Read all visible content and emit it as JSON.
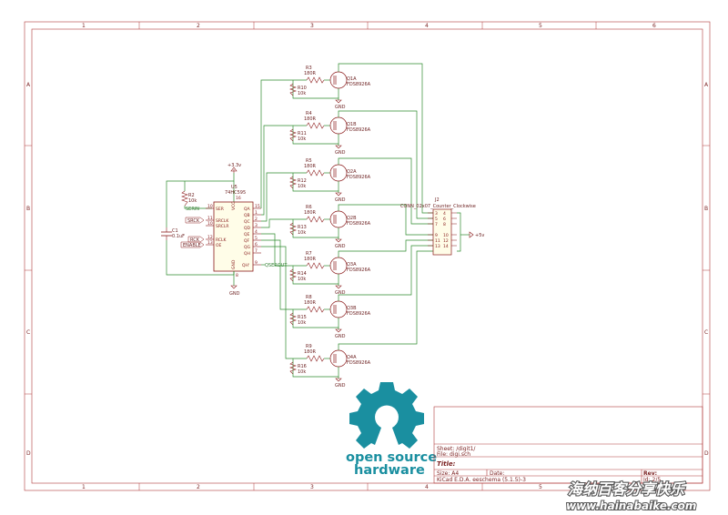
{
  "frame": {
    "col_labels": [
      "1",
      "2",
      "3",
      "4",
      "5",
      "6"
    ],
    "row_labels": [
      "A",
      "B",
      "C",
      "D"
    ]
  },
  "power": {
    "v33": "+3.3v",
    "v5": "+5v",
    "gnd": "GND"
  },
  "u5": {
    "ref": "U5",
    "value": "74HC595",
    "pins_left": [
      {
        "num": "10",
        "name": "SER"
      },
      {
        "num": "11",
        "name": "SRCLK"
      },
      {
        "num": "10",
        "name": "SRCLR"
      },
      {
        "num": "12",
        "name": "RCLK"
      },
      {
        "num": "13",
        "name": "OE"
      }
    ],
    "pins_right": [
      {
        "num": "15",
        "name": "QA"
      },
      {
        "num": "1",
        "name": "QB"
      },
      {
        "num": "2",
        "name": "QC"
      },
      {
        "num": "3",
        "name": "QD"
      },
      {
        "num": "4",
        "name": "QE"
      },
      {
        "num": "5",
        "name": "QF"
      },
      {
        "num": "6",
        "name": "QG"
      },
      {
        "num": "7",
        "name": "QH"
      },
      {
        "num": "9",
        "name": "QH'"
      }
    ],
    "vcc_name": "VCC",
    "vcc_pin": "16",
    "gnd_name": "GND",
    "gnd_pin": "8"
  },
  "nets": {
    "serin": "SERIN",
    "srck": "SRCK",
    "rck": "RCK",
    "enable": "ENABLE",
    "qserout": "QSEROUT"
  },
  "r2": {
    "ref": "R2",
    "value": "10k"
  },
  "c1": {
    "ref": "C1",
    "value": "0.1uF"
  },
  "stages": [
    {
      "rg_ref": "R3",
      "rg_val": "180R",
      "rp_ref": "R10",
      "rp_val": "10k",
      "q_ref": "Q1A",
      "q_val": "FDS8926A"
    },
    {
      "rg_ref": "R4",
      "rg_val": "180R",
      "rp_ref": "R11",
      "rp_val": "10k",
      "q_ref": "Q1B",
      "q_val": "FDS8926A"
    },
    {
      "rg_ref": "R5",
      "rg_val": "180R",
      "rp_ref": "R12",
      "rp_val": "10k",
      "q_ref": "Q2A",
      "q_val": "FDS8926A"
    },
    {
      "rg_ref": "R6",
      "rg_val": "180R",
      "rp_ref": "R13",
      "rp_val": "10k",
      "q_ref": "Q2B",
      "q_val": "FDS8926A"
    },
    {
      "rg_ref": "R7",
      "rg_val": "180R",
      "rp_ref": "R14",
      "rp_val": "10k",
      "q_ref": "Q3A",
      "q_val": "FDS8926A"
    },
    {
      "rg_ref": "R8",
      "rg_val": "180R",
      "rp_ref": "R15",
      "rp_val": "10k",
      "q_ref": "Q3B",
      "q_val": "FDS8926A"
    },
    {
      "rg_ref": "R9",
      "rg_val": "180R",
      "rp_ref": "R16",
      "rp_val": "10k",
      "q_ref": "Q4A",
      "q_val": "FDS8926A"
    }
  ],
  "j2": {
    "ref": "J2",
    "value": "CONN_02x07_Counter_Clockwise",
    "left_pins": [
      "3",
      "5",
      "7",
      "9",
      "11",
      "13"
    ],
    "right_pins": [
      "4",
      "6",
      "8",
      "10",
      "12",
      "14"
    ]
  },
  "logo": {
    "line1": "open source",
    "line2": "hardware",
    "color": "#1a8fa0"
  },
  "title_block": {
    "sheet": "Sheet: /digit1/",
    "file": "File: digi.sch",
    "title": "Title:",
    "size_label": "Size: A4",
    "date_label": "Date:",
    "rev_label": "Rev:",
    "kicad": "KiCad E.D.A.  eeschema (5.1.5)-3",
    "id": "Id: 2/5"
  },
  "watermark": {
    "cn": "海纳百客分享快乐",
    "url": "www.hainabaike.com"
  },
  "colors": {
    "frame": "#a52a2a",
    "wire": "#2e8b2e",
    "component": "#8b1a1a"
  }
}
